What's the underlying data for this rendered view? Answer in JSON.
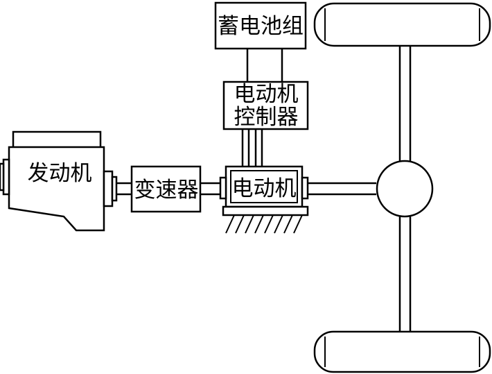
{
  "components": {
    "battery": {
      "label": "蓄电池组"
    },
    "motor_controller": {
      "label_line1": "电动机",
      "label_line2": "控制器"
    },
    "engine": {
      "label": "发动机"
    },
    "transmission": {
      "label": "变速器"
    },
    "motor": {
      "label": "电动机"
    }
  },
  "colors": {
    "line": "#000000",
    "background": "#ffffff"
  }
}
